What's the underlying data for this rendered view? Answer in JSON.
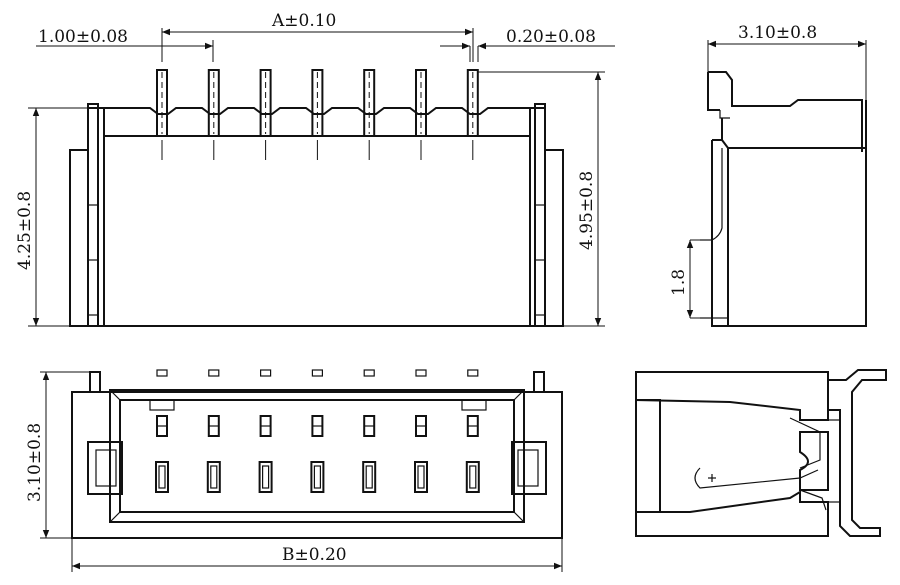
{
  "dimensions": {
    "pitch": "1.00±0.08",
    "span_a": "A±0.10",
    "pin_width": "0.20±0.08",
    "side_depth": "3.10±0.8",
    "body_height": "4.25±0.8",
    "total_height": "4.95±0.8",
    "side_step": "1.8",
    "bottom_depth": "3.10±0.8",
    "span_b": "B±0.20"
  },
  "pins": {
    "count": 7
  }
}
